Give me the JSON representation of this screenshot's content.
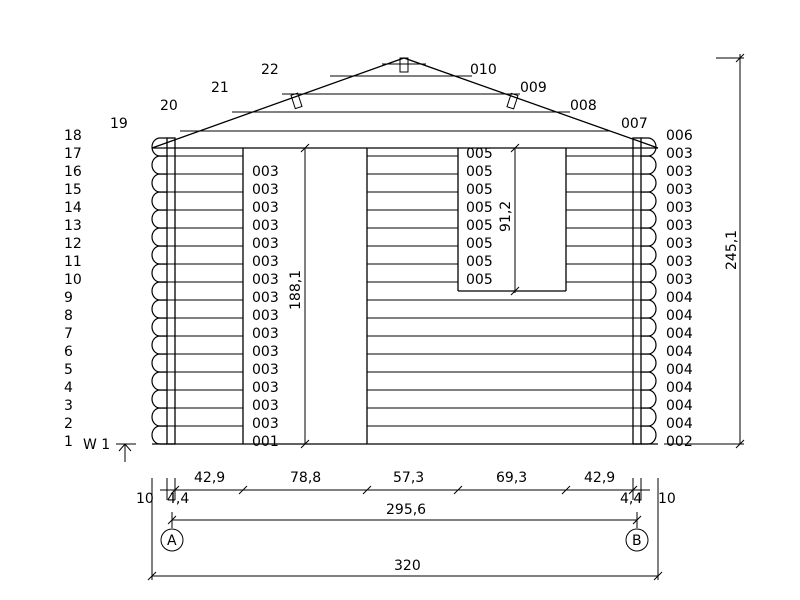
{
  "row_numbers": [
    "1",
    "2",
    "3",
    "4",
    "5",
    "6",
    "7",
    "8",
    "9",
    "10",
    "11",
    "12",
    "13",
    "14",
    "15",
    "16",
    "17",
    "18"
  ],
  "left_wall_codes": [
    "001",
    "003",
    "003",
    "003",
    "003",
    "003",
    "003",
    "003",
    "003",
    "003",
    "003",
    "003",
    "003",
    "003",
    "003",
    "003"
  ],
  "right_wall_codes": [
    "002",
    "004",
    "004",
    "004",
    "004",
    "004",
    "004",
    "004",
    "004",
    "003",
    "003",
    "003",
    "003",
    "003",
    "003",
    "003",
    "003",
    "006"
  ],
  "window_codes": [
    "005",
    "005",
    "005",
    "005",
    "005",
    "005",
    "005",
    "005"
  ],
  "gable_codes": {
    "g19": "19",
    "g20": "20",
    "g21": "21",
    "g22": "22",
    "g010": "010",
    "g009": "009",
    "g008": "008",
    "g007": "007"
  },
  "wall_label": "W 1",
  "dimensions": {
    "door_height": "188,1",
    "window_height": "91,2",
    "total_height": "245,1",
    "segments": [
      "42,9",
      "78,8",
      "57,3",
      "69,3",
      "42,9"
    ],
    "left_corner": "4,4",
    "right_corner": "4,4",
    "left_overhang": "10",
    "right_overhang": "10",
    "axis_span": "295,6",
    "total_width": "320"
  },
  "axes": {
    "left": "A",
    "right": "B"
  }
}
